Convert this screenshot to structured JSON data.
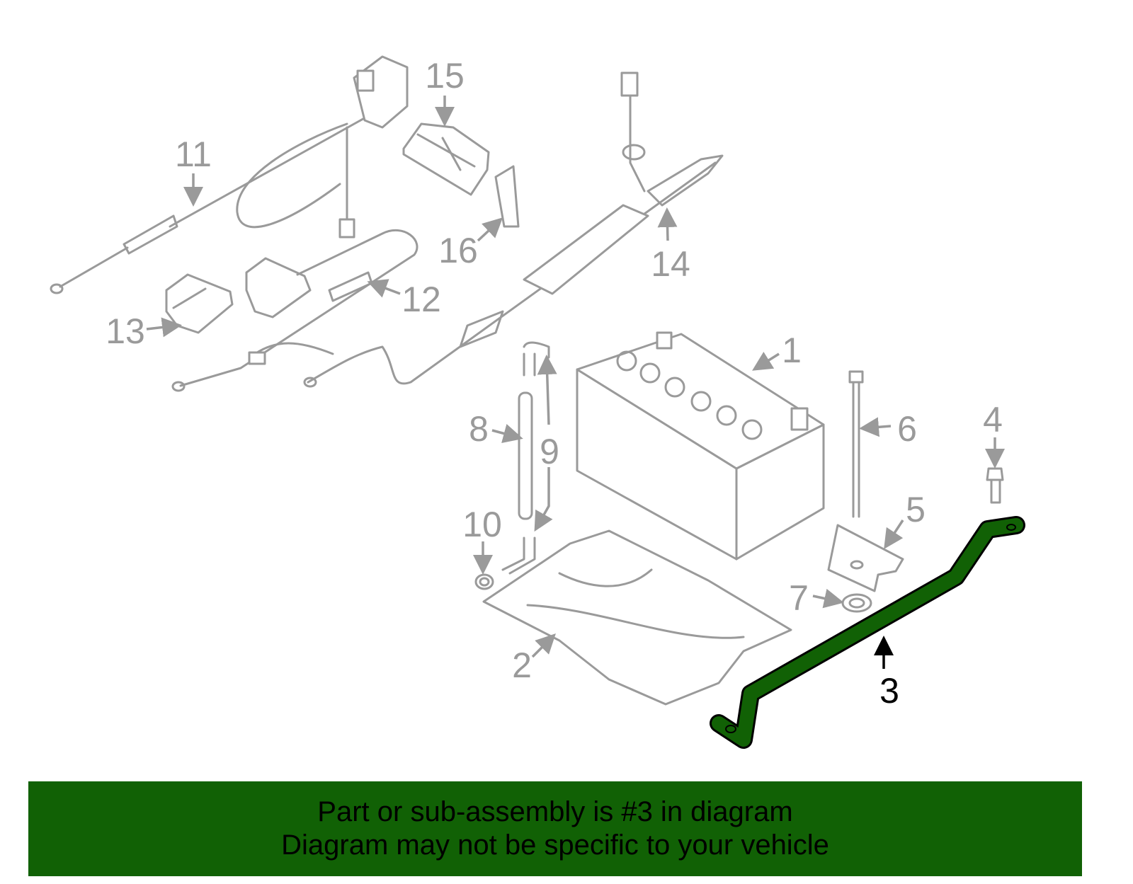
{
  "diagram": {
    "labels": {
      "p1": "1",
      "p2": "2",
      "p3": "3",
      "p4": "4",
      "p5": "5",
      "p6": "6",
      "p7": "7",
      "p8": "8",
      "p9": "9",
      "p10": "10",
      "p11": "11",
      "p12": "12",
      "p13": "13",
      "p14": "14",
      "p15": "15",
      "p16": "16"
    },
    "highlighted_part": "3",
    "colors": {
      "highlight": "#116105",
      "lines": "#9a9a9a",
      "banner": "#116105"
    }
  },
  "banner": {
    "line1": "Part or sub-assembly is #3 in diagram",
    "line2": "Diagram may not be specific to your vehicle"
  }
}
